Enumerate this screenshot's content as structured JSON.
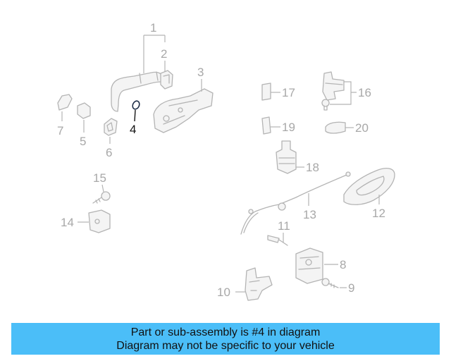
{
  "diagram": {
    "highlighted_part": "4",
    "callouts": [
      "1",
      "2",
      "3",
      "4",
      "5",
      "6",
      "7",
      "8",
      "9",
      "10",
      "11",
      "12",
      "13",
      "14",
      "15",
      "16",
      "17",
      "18",
      "19",
      "20"
    ]
  },
  "caption": {
    "line1": "Part or sub-assembly is #4 in diagram",
    "line2": "Diagram may not be specific to your vehicle"
  },
  "colors": {
    "caption_background": "#4bbef8",
    "part_lines": "#b4b4b4",
    "highlight": "#111111"
  }
}
